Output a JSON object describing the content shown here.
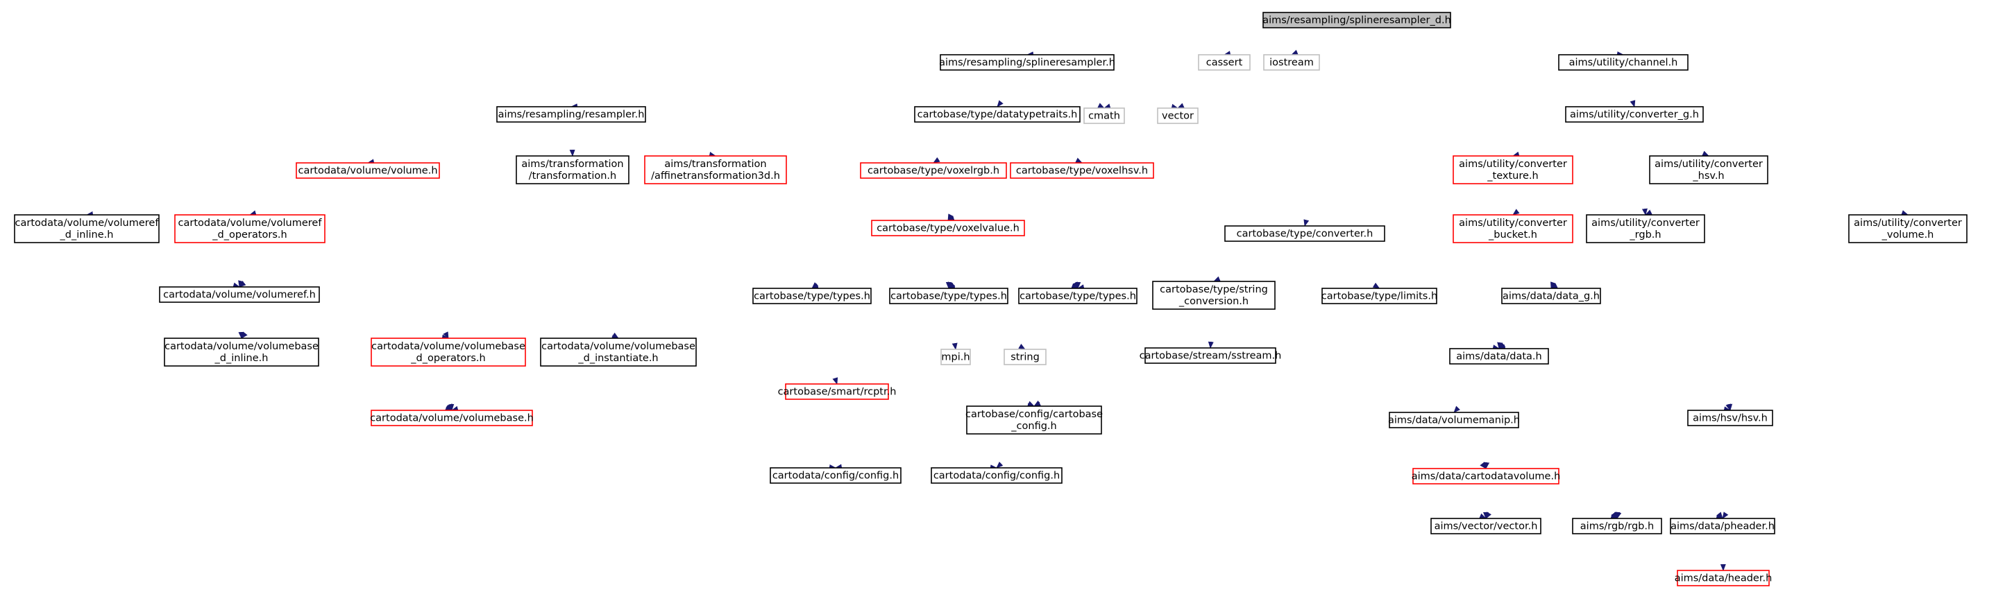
{
  "diagram": {
    "colors": {
      "root_fill": "#bfbfbf",
      "normal_border": "#000000",
      "truncated_border": "#ff0000",
      "system_border": "#bfbfbf",
      "edge": "#191970"
    },
    "nodes": [
      {
        "id": "root",
        "lines": [
          "aims/resampling/splineresampler_d.h"
        ],
        "style": "root"
      },
      {
        "id": "splineresampler",
        "lines": [
          "aims/resampling/splineresampler.h"
        ],
        "style": "normal"
      },
      {
        "id": "cmath",
        "lines": [
          "cmath"
        ],
        "style": "system"
      },
      {
        "id": "vector",
        "lines": [
          "vector"
        ],
        "style": "system"
      },
      {
        "id": "cassert",
        "lines": [
          "cassert"
        ],
        "style": "system"
      },
      {
        "id": "iostream",
        "lines": [
          "iostream"
        ],
        "style": "system"
      },
      {
        "id": "channel",
        "lines": [
          "aims/utility/channel.h"
        ],
        "style": "normal"
      },
      {
        "id": "resampler",
        "lines": [
          "aims/resampling/resampler.h"
        ],
        "style": "normal"
      },
      {
        "id": "datatypetraits",
        "lines": [
          "cartobase/type/datatypetraits.h"
        ],
        "style": "normal"
      },
      {
        "id": "converter_g",
        "lines": [
          "aims/utility/converter_g.h"
        ],
        "style": "normal"
      },
      {
        "id": "volume",
        "lines": [
          "cartodata/volume/volume.h"
        ],
        "style": "red"
      },
      {
        "id": "transformation",
        "lines": [
          "aims/transformation",
          "/transformation.h"
        ],
        "style": "normal"
      },
      {
        "id": "affine3d",
        "lines": [
          "aims/transformation",
          "/affinetransformation3d.h"
        ],
        "style": "red"
      },
      {
        "id": "voxelrgb",
        "lines": [
          "cartobase/type/voxelrgb.h"
        ],
        "style": "red"
      },
      {
        "id": "voxelhsv",
        "lines": [
          "cartobase/type/voxelhsv.h"
        ],
        "style": "red"
      },
      {
        "id": "conv_texture",
        "lines": [
          "aims/utility/converter",
          "_texture.h"
        ],
        "style": "red"
      },
      {
        "id": "conv_hsv",
        "lines": [
          "aims/utility/converter",
          "_hsv.h"
        ],
        "style": "normal"
      },
      {
        "id": "volumeref_inline",
        "lines": [
          "cartodata/volume/volumeref",
          "_d_inline.h"
        ],
        "style": "normal"
      },
      {
        "id": "volumeref_ops",
        "lines": [
          "cartodata/volume/volumeref",
          "_d_operators.h"
        ],
        "style": "red"
      },
      {
        "id": "voxelvalue",
        "lines": [
          "cartobase/type/voxelvalue.h"
        ],
        "style": "red"
      },
      {
        "id": "conv_bucket",
        "lines": [
          "aims/utility/converter",
          "_bucket.h"
        ],
        "style": "red"
      },
      {
        "id": "conv_rgb",
        "lines": [
          "aims/utility/converter",
          "_rgb.h"
        ],
        "style": "normal"
      },
      {
        "id": "conv_volume",
        "lines": [
          "aims/utility/converter",
          "_volume.h"
        ],
        "style": "normal"
      },
      {
        "id": "converter",
        "lines": [
          "cartobase/type/converter.h"
        ],
        "style": "normal"
      },
      {
        "id": "volumeref",
        "lines": [
          "cartodata/volume/volumeref.h"
        ],
        "style": "normal"
      },
      {
        "id": "types1",
        "lines": [
          "cartobase/type/types.h"
        ],
        "style": "normal"
      },
      {
        "id": "types2",
        "lines": [
          "cartobase/type/types.h"
        ],
        "style": "normal"
      },
      {
        "id": "types3",
        "lines": [
          "cartobase/type/types.h"
        ],
        "style": "normal"
      },
      {
        "id": "string_conv",
        "lines": [
          "cartobase/type/string",
          "_conversion.h"
        ],
        "style": "normal"
      },
      {
        "id": "limits",
        "lines": [
          "cartobase/type/limits.h"
        ],
        "style": "normal"
      },
      {
        "id": "data_g",
        "lines": [
          "aims/data/data_g.h"
        ],
        "style": "normal"
      },
      {
        "id": "volumebase_inline",
        "lines": [
          "cartodata/volume/volumebase",
          "_d_inline.h"
        ],
        "style": "normal"
      },
      {
        "id": "volumebase_ops",
        "lines": [
          "cartodata/volume/volumebase",
          "_d_operators.h"
        ],
        "style": "red"
      },
      {
        "id": "volumebase_inst",
        "lines": [
          "cartodata/volume/volumebase",
          "_d_instantiate.h"
        ],
        "style": "normal"
      },
      {
        "id": "rcptr",
        "lines": [
          "cartobase/smart/rcptr.h"
        ],
        "style": "red"
      },
      {
        "id": "mpi",
        "lines": [
          "mpi.h"
        ],
        "style": "system"
      },
      {
        "id": "string",
        "lines": [
          "string"
        ],
        "style": "system"
      },
      {
        "id": "sstream",
        "lines": [
          "cartobase/stream/sstream.h"
        ],
        "style": "normal"
      },
      {
        "id": "data",
        "lines": [
          "aims/data/data.h"
        ],
        "style": "normal"
      },
      {
        "id": "volumebase",
        "lines": [
          "cartodata/volume/volumebase.h"
        ],
        "style": "red"
      },
      {
        "id": "cartobase_config",
        "lines": [
          "cartobase/config/cartobase",
          "_config.h"
        ],
        "style": "normal"
      },
      {
        "id": "volumemanip",
        "lines": [
          "aims/data/volumemanip.h"
        ],
        "style": "normal"
      },
      {
        "id": "hsv",
        "lines": [
          "aims/hsv/hsv.h"
        ],
        "style": "normal"
      },
      {
        "id": "config1",
        "lines": [
          "cartodata/config/config.h"
        ],
        "style": "normal"
      },
      {
        "id": "config2",
        "lines": [
          "cartodata/config/config.h"
        ],
        "style": "normal"
      },
      {
        "id": "cartodatavolume",
        "lines": [
          "aims/data/cartodatavolume.h"
        ],
        "style": "red"
      },
      {
        "id": "vector_h",
        "lines": [
          "aims/vector/vector.h"
        ],
        "style": "normal"
      },
      {
        "id": "rgb",
        "lines": [
          "aims/rgb/rgb.h"
        ],
        "style": "normal"
      },
      {
        "id": "pheader",
        "lines": [
          "aims/data/pheader.h"
        ],
        "style": "normal"
      },
      {
        "id": "header",
        "lines": [
          "aims/data/header.h"
        ],
        "style": "red"
      }
    ],
    "edges": [
      [
        "root",
        "splineresampler"
      ],
      [
        "root",
        "cmath"
      ],
      [
        "root",
        "vector"
      ],
      [
        "root",
        "cassert"
      ],
      [
        "root",
        "iostream"
      ],
      [
        "root",
        "channel"
      ],
      [
        "root",
        "converter"
      ],
      [
        "root",
        "conv_volume"
      ],
      [
        "splineresampler",
        "resampler"
      ],
      [
        "splineresampler",
        "datatypetraits"
      ],
      [
        "splineresampler",
        "cmath"
      ],
      [
        "splineresampler",
        "vector"
      ],
      [
        "resampler",
        "volume"
      ],
      [
        "resampler",
        "transformation"
      ],
      [
        "resampler",
        "affine3d"
      ],
      [
        "resampler",
        "vector_h"
      ],
      [
        "datatypetraits",
        "voxelrgb"
      ],
      [
        "datatypetraits",
        "voxelhsv"
      ],
      [
        "datatypetraits",
        "voxelvalue"
      ],
      [
        "datatypetraits",
        "types1"
      ],
      [
        "datatypetraits",
        "types2"
      ],
      [
        "datatypetraits",
        "types3"
      ],
      [
        "channel",
        "converter_g"
      ],
      [
        "channel",
        "data_g"
      ],
      [
        "channel",
        "rgb"
      ],
      [
        "channel",
        "hsv"
      ],
      [
        "converter_g",
        "conv_texture"
      ],
      [
        "converter_g",
        "conv_hsv"
      ],
      [
        "converter_g",
        "conv_bucket"
      ],
      [
        "converter_g",
        "conv_rgb"
      ],
      [
        "converter_g",
        "conv_volume"
      ],
      [
        "volume",
        "volumeref_inline"
      ],
      [
        "volume",
        "volumeref_ops"
      ],
      [
        "volume",
        "volumeref"
      ],
      [
        "volume",
        "volumebase_inline"
      ],
      [
        "volume",
        "volumebase_ops"
      ],
      [
        "volume",
        "volumebase_inst"
      ],
      [
        "volume",
        "volumebase"
      ],
      [
        "affine3d",
        "data"
      ],
      [
        "voxelhsv",
        "voxelvalue"
      ],
      [
        "voxelhsv",
        "types1"
      ],
      [
        "voxelhsv",
        "types2"
      ],
      [
        "voxelhsv",
        "types3"
      ],
      [
        "voxelvalue",
        "types1"
      ],
      [
        "voxelvalue",
        "types2"
      ],
      [
        "voxelvalue",
        "types3"
      ],
      [
        "conv_hsv",
        "conv_rgb"
      ],
      [
        "conv_hsv",
        "hsv"
      ],
      [
        "conv_hsv",
        "rgb"
      ],
      [
        "conv_bucket",
        "data"
      ],
      [
        "conv_rgb",
        "data_g"
      ],
      [
        "conv_rgb",
        "rgb"
      ],
      [
        "conv_rgb",
        "vector_h"
      ],
      [
        "conv_volume",
        "data"
      ],
      [
        "conv_volume",
        "pheader"
      ],
      [
        "converter",
        "types1"
      ],
      [
        "converter",
        "types2"
      ],
      [
        "converter",
        "types3"
      ],
      [
        "converter",
        "string_conv"
      ],
      [
        "converter",
        "limits"
      ],
      [
        "converter",
        "cartobase_config"
      ],
      [
        "volumeref_inline",
        "volumeref"
      ],
      [
        "volumeref_ops",
        "volumeref"
      ],
      [
        "volumeref",
        "volumebase_inline"
      ],
      [
        "volumeref",
        "volumebase_ops"
      ],
      [
        "volumeref",
        "volumebase_inst"
      ],
      [
        "volumeref",
        "volumebase"
      ],
      [
        "types1",
        "rcptr"
      ],
      [
        "types1",
        "cartobase_config"
      ],
      [
        "types2",
        "mpi"
      ],
      [
        "types2",
        "string"
      ],
      [
        "string_conv",
        "sstream"
      ],
      [
        "string_conv",
        "cartobase_config"
      ],
      [
        "limits",
        "cartobase_config"
      ],
      [
        "data_g",
        "data"
      ],
      [
        "data_g",
        "pheader"
      ],
      [
        "volumebase_inline",
        "volumebase"
      ],
      [
        "volumebase_ops",
        "volumebase"
      ],
      [
        "volumebase_inst",
        "volumebase"
      ],
      [
        "rcptr",
        "cartobase_config"
      ],
      [
        "sstream",
        "cartobase_config"
      ],
      [
        "data",
        "volumemanip"
      ],
      [
        "data",
        "cartodatavolume"
      ],
      [
        "data",
        "hsv"
      ],
      [
        "data",
        "rgb"
      ],
      [
        "volumebase",
        "config1"
      ],
      [
        "volumebase",
        "config2"
      ],
      [
        "cartobase_config",
        "config1"
      ],
      [
        "cartobase_config",
        "config2"
      ],
      [
        "volumemanip",
        "cartodatavolume"
      ],
      [
        "cartodatavolume",
        "vector_h"
      ],
      [
        "cartodatavolume",
        "rgb"
      ],
      [
        "cartodatavolume",
        "pheader"
      ],
      [
        "pheader",
        "header"
      ]
    ]
  }
}
